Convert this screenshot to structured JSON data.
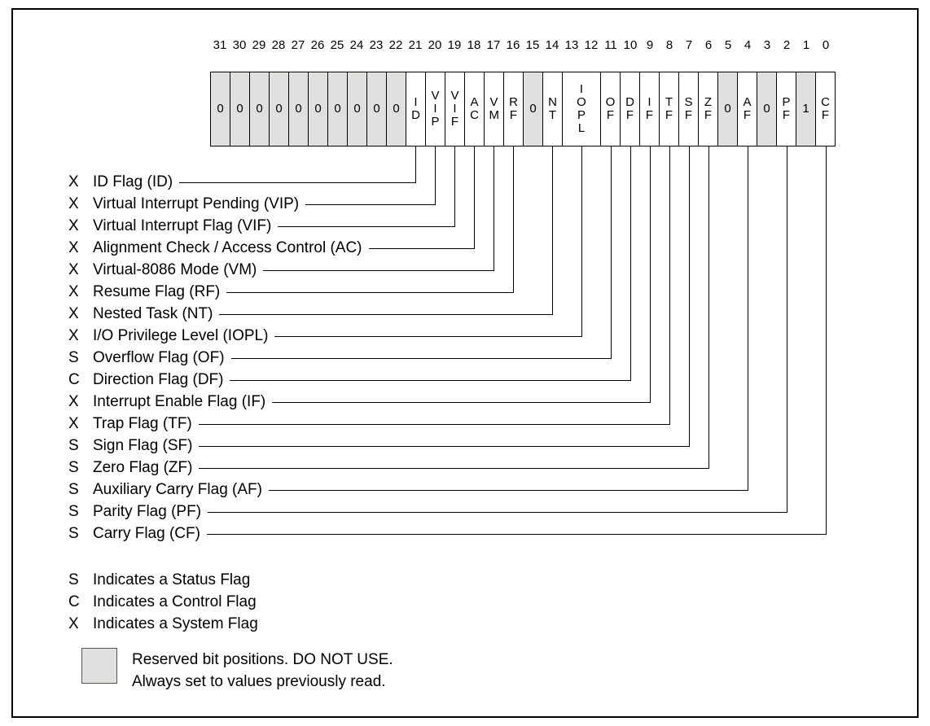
{
  "register": {
    "bit_numbers": [
      "31",
      "30",
      "29",
      "28",
      "27",
      "26",
      "25",
      "24",
      "23",
      "22",
      "21",
      "20",
      "19",
      "18",
      "17",
      "16",
      "15",
      "14",
      "13",
      "12",
      "11",
      "10",
      "9",
      "8",
      "7",
      "6",
      "5",
      "4",
      "3",
      "2",
      "1",
      "0"
    ],
    "cells": [
      {
        "label": "0",
        "reserved": true,
        "span": 1
      },
      {
        "label": "0",
        "reserved": true,
        "span": 1
      },
      {
        "label": "0",
        "reserved": true,
        "span": 1
      },
      {
        "label": "0",
        "reserved": true,
        "span": 1
      },
      {
        "label": "0",
        "reserved": true,
        "span": 1
      },
      {
        "label": "0",
        "reserved": true,
        "span": 1
      },
      {
        "label": "0",
        "reserved": true,
        "span": 1
      },
      {
        "label": "0",
        "reserved": true,
        "span": 1
      },
      {
        "label": "0",
        "reserved": true,
        "span": 1
      },
      {
        "label": "0",
        "reserved": true,
        "span": 1
      },
      {
        "label": "ID",
        "reserved": false,
        "span": 1
      },
      {
        "label": "VIP",
        "reserved": false,
        "span": 1
      },
      {
        "label": "VIF",
        "reserved": false,
        "span": 1
      },
      {
        "label": "AC",
        "reserved": false,
        "span": 1
      },
      {
        "label": "VM",
        "reserved": false,
        "span": 1
      },
      {
        "label": "RF",
        "reserved": false,
        "span": 1
      },
      {
        "label": "0",
        "reserved": true,
        "span": 1
      },
      {
        "label": "NT",
        "reserved": false,
        "span": 1
      },
      {
        "label": "IOPL",
        "reserved": false,
        "span": 2
      },
      {
        "label": "OF",
        "reserved": false,
        "span": 1
      },
      {
        "label": "DF",
        "reserved": false,
        "span": 1
      },
      {
        "label": "IF",
        "reserved": false,
        "span": 1
      },
      {
        "label": "TF",
        "reserved": false,
        "span": 1
      },
      {
        "label": "SF",
        "reserved": false,
        "span": 1
      },
      {
        "label": "ZF",
        "reserved": false,
        "span": 1
      },
      {
        "label": "0",
        "reserved": true,
        "span": 1
      },
      {
        "label": "AF",
        "reserved": false,
        "span": 1
      },
      {
        "label": "0",
        "reserved": true,
        "span": 1
      },
      {
        "label": "PF",
        "reserved": false,
        "span": 1
      },
      {
        "label": "1",
        "reserved": true,
        "span": 1
      },
      {
        "label": "CF",
        "reserved": false,
        "span": 1
      }
    ]
  },
  "flags": [
    {
      "type": "X",
      "abbr": "ID",
      "label": "ID Flag (ID)",
      "bit": 21
    },
    {
      "type": "X",
      "abbr": "VIP",
      "label": "Virtual Interrupt Pending (VIP)",
      "bit": 20
    },
    {
      "type": "X",
      "abbr": "VIF",
      "label": "Virtual Interrupt Flag (VIF)",
      "bit": 19
    },
    {
      "type": "X",
      "abbr": "AC",
      "label": "Alignment Check / Access Control (AC)",
      "bit": 18
    },
    {
      "type": "X",
      "abbr": "VM",
      "label": "Virtual-8086 Mode (VM)",
      "bit": 17
    },
    {
      "type": "X",
      "abbr": "RF",
      "label": "Resume Flag (RF)",
      "bit": 16
    },
    {
      "type": "X",
      "abbr": "NT",
      "label": "Nested Task (NT)",
      "bit": 14
    },
    {
      "type": "X",
      "abbr": "IOPL",
      "label": "I/O Privilege Level (IOPL)",
      "bit": [
        13,
        12
      ]
    },
    {
      "type": "S",
      "abbr": "OF",
      "label": "Overflow Flag (OF)",
      "bit": 11
    },
    {
      "type": "C",
      "abbr": "DF",
      "label": "Direction Flag (DF)",
      "bit": 10
    },
    {
      "type": "X",
      "abbr": "IF",
      "label": "Interrupt Enable Flag (IF)",
      "bit": 9
    },
    {
      "type": "X",
      "abbr": "TF",
      "label": "Trap Flag (TF)",
      "bit": 8
    },
    {
      "type": "S",
      "abbr": "SF",
      "label": "Sign Flag (SF)",
      "bit": 7
    },
    {
      "type": "S",
      "abbr": "ZF",
      "label": "Zero Flag (ZF)",
      "bit": 6
    },
    {
      "type": "S",
      "abbr": "AF",
      "label": "Auxiliary Carry Flag (AF)",
      "bit": 4
    },
    {
      "type": "S",
      "abbr": "PF",
      "label": "Parity Flag (PF)",
      "bit": 2
    },
    {
      "type": "S",
      "abbr": "CF",
      "label": "Carry Flag (CF)",
      "bit": 0
    }
  ],
  "legend": [
    {
      "symbol": "S",
      "text": "Indicates a Status Flag"
    },
    {
      "symbol": "C",
      "text": "Indicates a Control Flag"
    },
    {
      "symbol": "X",
      "text": "Indicates a System Flag"
    }
  ],
  "reserved_note": {
    "line1": "Reserved bit positions. DO NOT USE.",
    "line2": "Always set to values previously read."
  }
}
